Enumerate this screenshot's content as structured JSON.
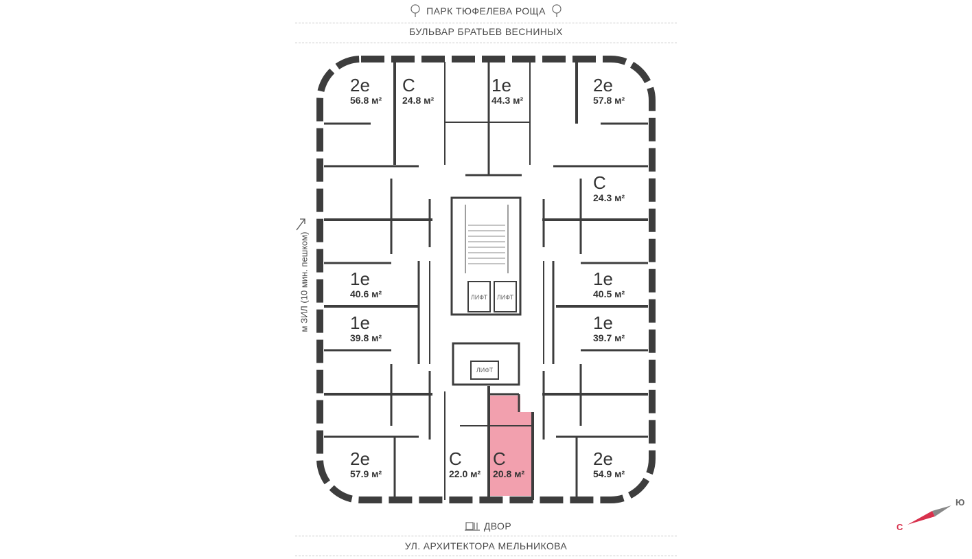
{
  "streets": {
    "park": "ПАРК ТЮФЕЛЕВА РОЩА",
    "boulevard": "БУЛЬВАР БРАТЬЕВ ВЕСНИНЫХ",
    "yard": "ДВОР",
    "street_bottom": "УЛ. АРХИТЕКТОРА МЕЛЬНИКОВА",
    "metro": "м ЗИЛ (10 мин. пешком)"
  },
  "compass": {
    "north": "С",
    "south": "Ю"
  },
  "lift_label": "ЛИФТ",
  "apartments": [
    {
      "type": "2е",
      "area": "56.8 м²"
    },
    {
      "type": "С",
      "area": "24.8 м²"
    },
    {
      "type": "1е",
      "area": "44.3 м²"
    },
    {
      "type": "2е",
      "area": "57.8 м²"
    },
    {
      "type": "С",
      "area": "24.3 м²"
    },
    {
      "type": "1е",
      "area": "40.6 м²"
    },
    {
      "type": "1е",
      "area": "40.5 м²"
    },
    {
      "type": "1е",
      "area": "39.8 м²"
    },
    {
      "type": "1е",
      "area": "39.7 м²"
    },
    {
      "type": "2е",
      "area": "57.9 м²"
    },
    {
      "type": "С",
      "area": "22.0 м²"
    },
    {
      "type": "С",
      "area": "20.8 м²",
      "selected": true
    },
    {
      "type": "2е",
      "area": "54.9 м²"
    }
  ],
  "colors": {
    "walls": "#3d3d3d",
    "selected_fill": "#f2a0ae",
    "accent": "#d8314d"
  }
}
